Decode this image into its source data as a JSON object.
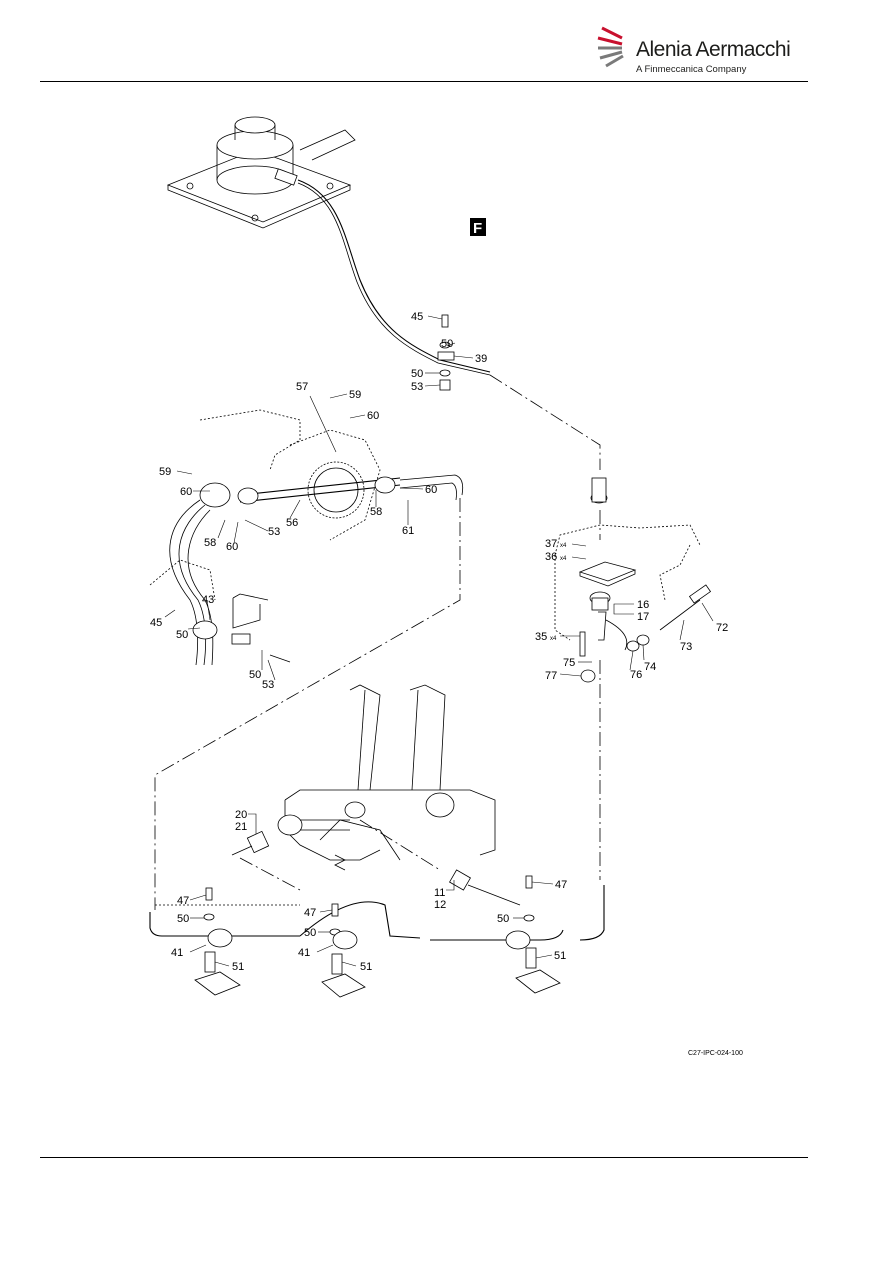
{
  "header": {
    "brand_name": "Alenia Aermacchi",
    "brand_tagline": "A Finmeccanica Company"
  },
  "figure": {
    "view_letter": "F",
    "reference": "C27-IPC-024-100"
  },
  "callouts": [
    "45",
    "50",
    "39",
    "50",
    "53",
    "57",
    "59",
    "60",
    "59",
    "60",
    "60",
    "58",
    "61",
    "56",
    "58",
    "60",
    "53",
    "45",
    "43",
    "50",
    "50",
    "53",
    "37",
    "36",
    "16",
    "17",
    "35",
    "72",
    "73",
    "75",
    "74",
    "76",
    "77",
    "20",
    "21",
    "11",
    "12",
    "47",
    "50",
    "41",
    "51",
    "47",
    "50",
    "41",
    "51",
    "47",
    "50",
    "51"
  ],
  "multipliers": [
    "x4",
    "x4",
    "x4"
  ],
  "colors": {
    "brand_red": "#c8102e",
    "brand_gray": "#7a7a7a",
    "ink": "#000000"
  }
}
